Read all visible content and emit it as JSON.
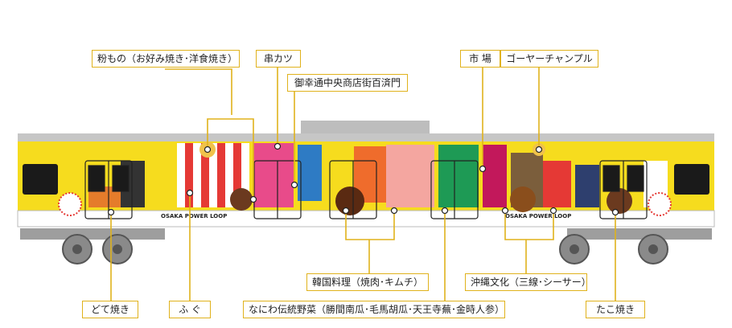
{
  "labels": {
    "konamono": "粉もの（お好み焼き･洋食焼き）",
    "kushikatsu": "串カツ",
    "shopping_street": "御幸通中央商店街百済門",
    "market": "市 場",
    "goya": "ゴーヤーチャンプル",
    "korean": "韓国料理（焼肉･キムチ）",
    "okinawa": "沖縄文化（三線･シーサー）",
    "doteyaki": "どて焼き",
    "fugu": "ふ ぐ",
    "vegetables": "なにわ伝統野菜（勝間南瓜･毛馬胡瓜･天王寺蕪･金時人参）",
    "takoyaki": "たこ焼き"
  },
  "train": {
    "loop_text_left": "OSAKA POWER LOOP",
    "loop_text_right": "OSAKA POWER LOOP",
    "body_color": "#f6dc1e",
    "roof_color": "#bdbdbd"
  }
}
